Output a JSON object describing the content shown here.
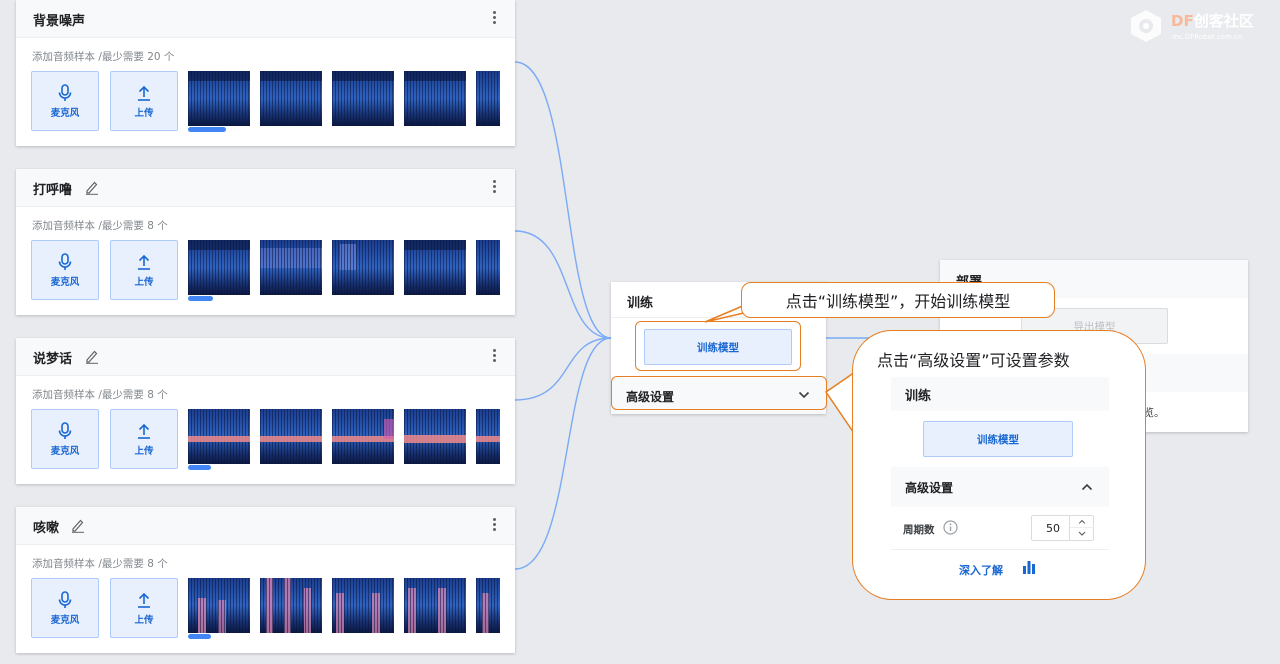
{
  "classes": [
    {
      "title": "背景噪声",
      "hint": "添加音频样本 /最少需要 20 个",
      "has_edit": false
    },
    {
      "title": "打呼噜",
      "hint": "添加音频样本 /最少需要 8 个",
      "has_edit": true
    },
    {
      "title": "说梦话",
      "hint": "添加音频样本 /最少需要 8 个",
      "has_edit": true
    },
    {
      "title": "咳嗽",
      "hint": "添加音频样本 /最少需要 8 个",
      "has_edit": true
    }
  ],
  "sample_buttons": {
    "mic": "麦克风",
    "upload": "上传"
  },
  "train": {
    "title": "训练",
    "button": "训练模型",
    "advanced": "高级设置"
  },
  "deploy": {
    "title": "部署",
    "export_button": "导出模型",
    "note": "此处预览。"
  },
  "callouts": {
    "train_tip": "点击“训练模型”，开始训练模型",
    "advanced_tip": "点击“高级设置”可设置参数"
  },
  "advanced_panel": {
    "title": "训练",
    "button": "训练模型",
    "advanced": "高级设置",
    "epochs_label": "周期数",
    "epochs_value": "50",
    "learn_more": "深入了解"
  },
  "watermark": {
    "brand_df": "DF",
    "brand_rest": "创客社区",
    "url": "mc.DFRobot.com.cn"
  },
  "colors": {
    "accent": "#1967d2",
    "callout": "#e67e22",
    "wire": "#7baaf7",
    "spectrogram": "#0b1a4a"
  }
}
